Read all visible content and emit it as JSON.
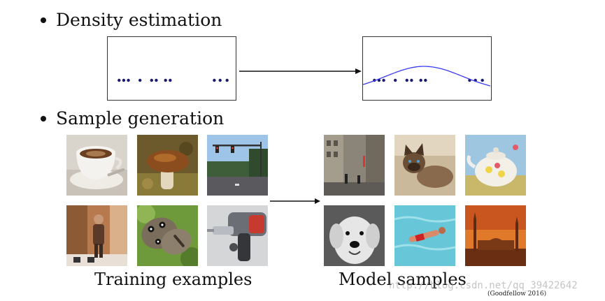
{
  "bullets": [
    {
      "text": "Density estimation"
    },
    {
      "text": "Sample generation"
    }
  ],
  "colors": {
    "dot": "#1a1a6e",
    "curve": "#3a3af0",
    "border": "#333333"
  },
  "density_points": [
    0.05,
    0.09,
    0.13,
    0.23,
    0.33,
    0.37,
    0.45,
    0.49,
    0.87,
    0.92,
    0.98
  ],
  "training_images": [
    {
      "icon": "coffee-cup-image"
    },
    {
      "icon": "mushroom-image"
    },
    {
      "icon": "street-traffic-light-image"
    },
    {
      "icon": "kitchen-person-image"
    },
    {
      "icon": "butterfly-image"
    },
    {
      "icon": "power-drill-image"
    }
  ],
  "sample_images": [
    {
      "icon": "city-street-image"
    },
    {
      "icon": "cat-image"
    },
    {
      "icon": "teapot-image"
    },
    {
      "icon": "dog-image"
    },
    {
      "icon": "swimmer-image"
    },
    {
      "icon": "mosque-image"
    }
  ],
  "captions": {
    "training": "Training examples",
    "samples": "Model samples"
  },
  "citation": "(Goodfellow 2016)",
  "watermark": "http://blog.csdn.net/qq_39422642"
}
